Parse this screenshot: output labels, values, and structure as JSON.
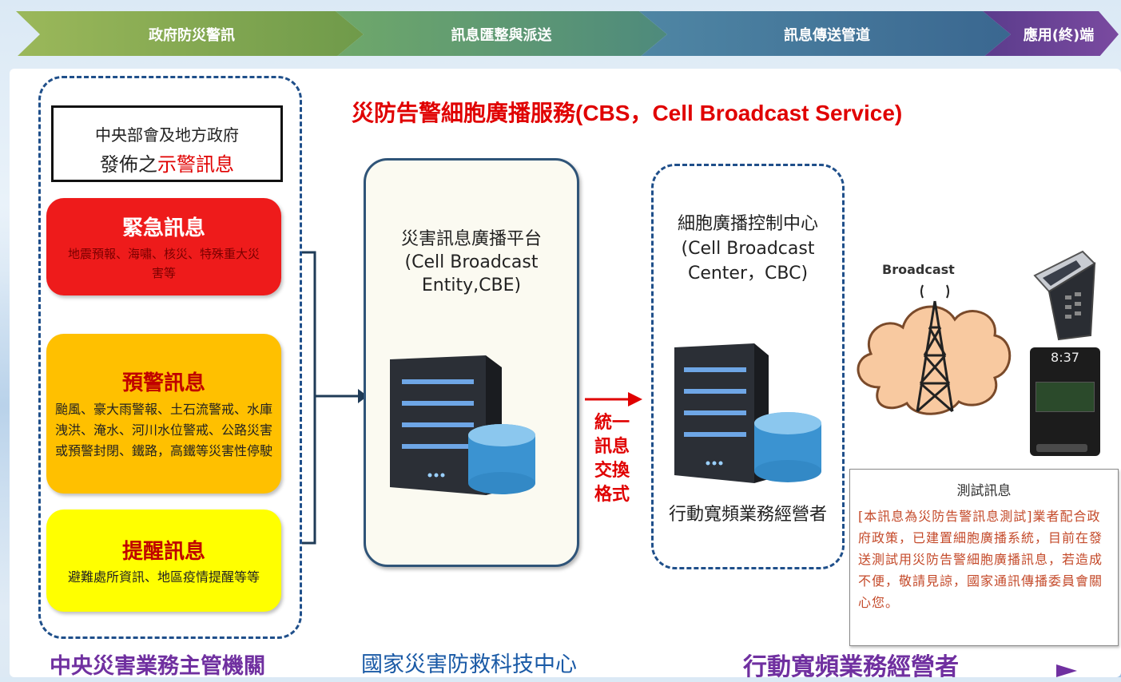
{
  "stages": [
    "政府防災警訊",
    "訊息匯整與派送",
    "訊息傳送管道",
    "應用(終)端"
  ],
  "title": "災防告警細胞廣播服務(CBS，Cell Broadcast Service)",
  "source_box": {
    "line1": "中央部會及地方政府",
    "line2_prefix": "發佈之",
    "line2_highlight": "示警訊息"
  },
  "messages": [
    {
      "title": "緊急訊息",
      "body": "地震預報、海嘯、核災、特殊重大災害等",
      "color": "#ee1b1b",
      "text_color": "#c40000"
    },
    {
      "title": "預警訊息",
      "body": "颱風、豪大雨警報、土石流警戒、水庫洩洪、淹水、河川水位警戒、公路災害或預警封閉、鐵路，高鐵等災害性停駛",
      "color": "#ffc000",
      "text_color": "#c00000"
    },
    {
      "title": "提醒訊息",
      "body": "避難處所資訊、地區疫情提醒等等",
      "color": "#ffff00",
      "text_color": "#c00000"
    }
  ],
  "cbe": {
    "label": "災害訊息廣播平台(Cell Broadcast Entity,CBE)"
  },
  "arrow_label": [
    "統一",
    "訊息",
    "交換",
    "格式"
  ],
  "cbc": {
    "label": "細胞廣播控制中心(Cell Broadcast Center，CBC)",
    "operator": "行動寬頻業務經營者"
  },
  "broadcast_label": "Broadcast",
  "phone_time": "8:37",
  "test_message": {
    "title": "測試訊息",
    "prefix": "[本訊息為災防告警訊息測試]",
    "body": "業者配合政府政策，已建置細胞廣播系統，目前在發送測試用災防告警細胞廣播訊息，若造成不便，敬請見諒，國家通訊傳播委員會關心您。"
  },
  "footer": {
    "left": "中央災害業務主管機關",
    "middle": "國家災害防救科技中心",
    "right": "行動寬頻業務經營者"
  },
  "colors": {
    "stage1": "#8aab4a",
    "stage2": "#5a9a7a",
    "stage3": "#3f6f9e",
    "stage4": "#6a3c8e",
    "title_red": "#e00000",
    "dash_blue": "#1f4f8a"
  }
}
